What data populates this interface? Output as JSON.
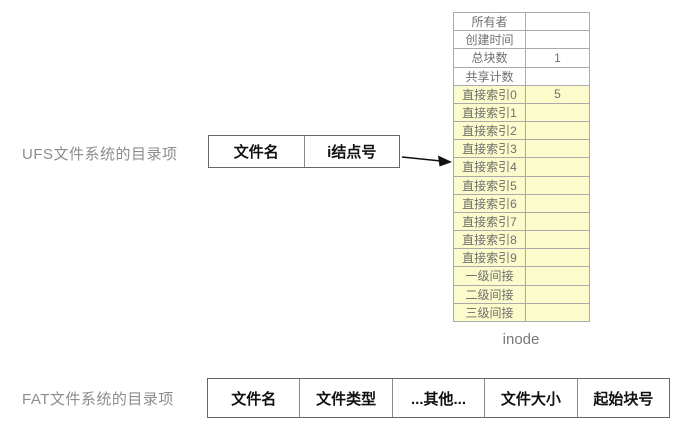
{
  "ufs": {
    "label": "UFS文件系统的目录项",
    "cells": [
      "文件名",
      "i结点号"
    ]
  },
  "fat": {
    "label": "FAT文件系统的目录项",
    "cells": [
      "文件名",
      "文件类型",
      "...其他...",
      "文件大小",
      "起始块号"
    ]
  },
  "inode": {
    "caption": "inode",
    "rows": [
      {
        "label": "所有者",
        "value": "",
        "highlight": false
      },
      {
        "label": "创建时间",
        "value": "",
        "highlight": false
      },
      {
        "label": "总块数",
        "value": "1",
        "highlight": false
      },
      {
        "label": "共享计数",
        "value": "",
        "highlight": false
      },
      {
        "label": "直接索引0",
        "value": "5",
        "highlight": true
      },
      {
        "label": "直接索引1",
        "value": "",
        "highlight": true
      },
      {
        "label": "直接索引2",
        "value": "",
        "highlight": true
      },
      {
        "label": "直接索引3",
        "value": "",
        "highlight": true
      },
      {
        "label": "直接索引4",
        "value": "",
        "highlight": true
      },
      {
        "label": "直接索引5",
        "value": "",
        "highlight": true
      },
      {
        "label": "直接索引6",
        "value": "",
        "highlight": true
      },
      {
        "label": "直接索引7",
        "value": "",
        "highlight": true
      },
      {
        "label": "直接索引8",
        "value": "",
        "highlight": true
      },
      {
        "label": "直接索引9",
        "value": "",
        "highlight": true
      },
      {
        "label": "一级间接",
        "value": "",
        "highlight": true
      },
      {
        "label": "二级间接",
        "value": "",
        "highlight": true
      },
      {
        "label": "三级间接",
        "value": "",
        "highlight": true
      }
    ]
  },
  "colors": {
    "highlight_bg": "#FBFBCB",
    "plain_bg": "#FFFFFF",
    "inner_border": "#AAAAAA",
    "outer_border": "#555555",
    "table_text": "#6F6F6F",
    "side_label_text": "#8D8D8D",
    "entry_text": "#111111",
    "arrow": "#111111"
  }
}
